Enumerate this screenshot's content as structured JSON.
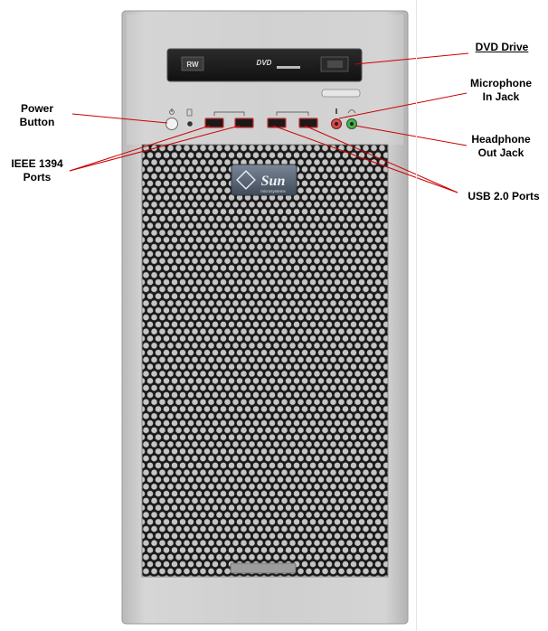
{
  "labels": {
    "dvd_drive": "DVD Drive",
    "microphone_line1": "Microphone",
    "microphone_line2": "In Jack",
    "power_line1": "Power",
    "power_line2": "Button",
    "headphone_line1": "Headphone",
    "headphone_line2": "Out Jack",
    "ieee_line1": "IEEE 1394",
    "ieee_line2": "Ports",
    "usb": "USB 2.0 Ports"
  },
  "drive_markings": {
    "rw_badge": "RW",
    "dvd_logo": "DVD"
  },
  "brand": {
    "logo_text": "Sun",
    "tagline": "microsystems"
  },
  "colors": {
    "callout_line": "#cc0000",
    "case_body": "#c9c9c9",
    "grille": "#1e1e1e",
    "mic_jack": "#d84a4a",
    "headphone_jack": "#4caf50"
  }
}
